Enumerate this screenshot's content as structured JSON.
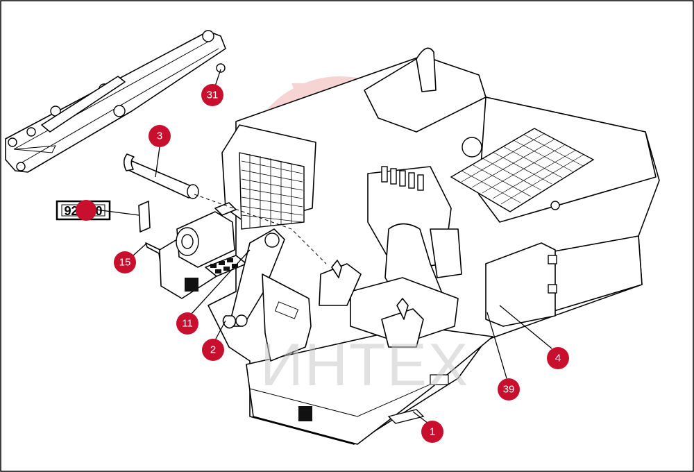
{
  "diagram": {
    "reference_label": "92.010",
    "watermark_text": "ИНТЕХ",
    "callouts": [
      {
        "id": "31",
        "label": "31"
      },
      {
        "id": "3",
        "label": "3"
      },
      {
        "id": "15",
        "label": "15"
      },
      {
        "id": "11",
        "label": "11"
      },
      {
        "id": "2",
        "label": "2"
      },
      {
        "id": "4",
        "label": "4"
      },
      {
        "id": "39",
        "label": "39"
      },
      {
        "id": "1",
        "label": "1"
      }
    ],
    "colors": {
      "callout": "#c8102e",
      "line_art": "#000000",
      "watermark": "#c9c9c9",
      "watermark_logo": "#f2b8b8"
    }
  }
}
